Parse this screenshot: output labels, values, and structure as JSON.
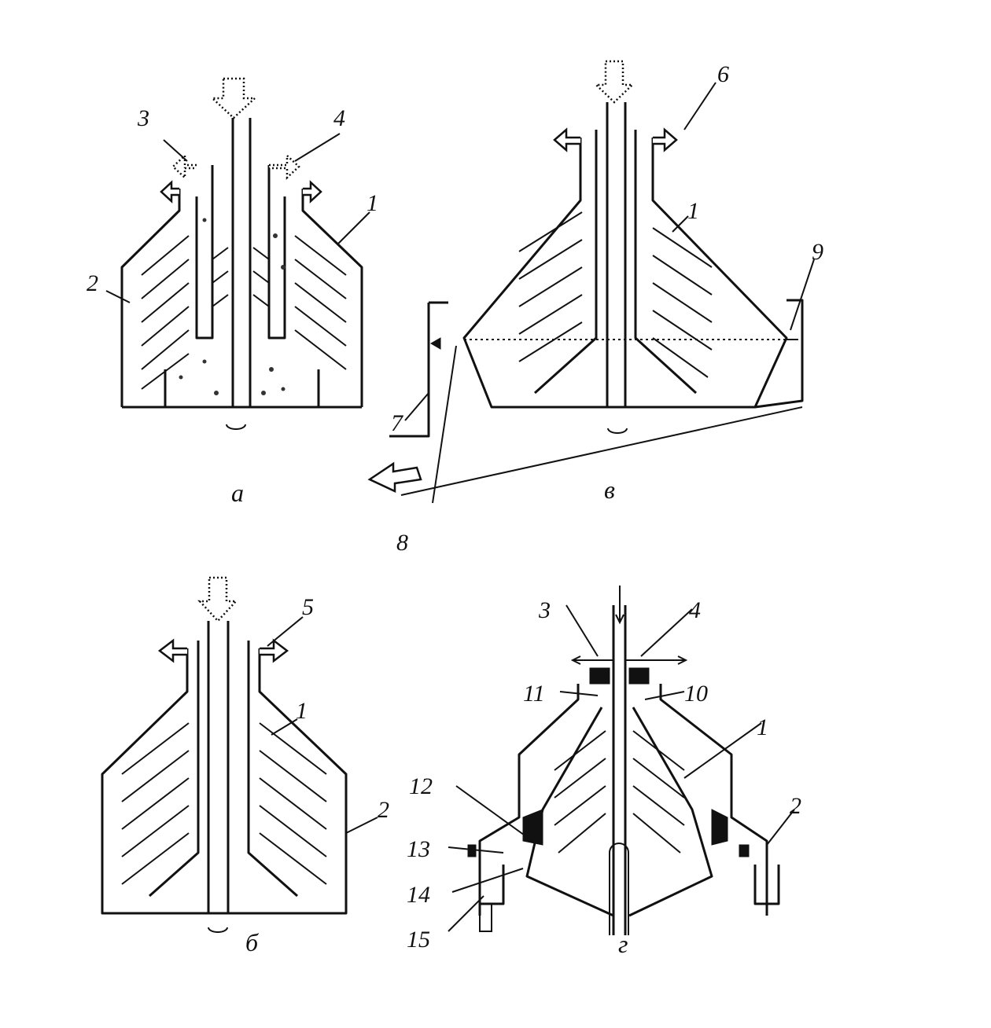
{
  "figures": {
    "a": {
      "caption": "а",
      "labels": {
        "l1": "1",
        "l2": "2",
        "l3": "3",
        "l4": "4"
      }
    },
    "v": {
      "caption": "в",
      "labels": {
        "l1": "1",
        "l6": "6",
        "l7": "7",
        "l8": "8",
        "l9": "9"
      }
    },
    "b": {
      "caption": "б",
      "labels": {
        "l1": "1",
        "l2": "2",
        "l5": "5"
      }
    },
    "g": {
      "caption": "г",
      "labels": {
        "l1": "1",
        "l2": "2",
        "l3": "3",
        "l4": "4",
        "l10": "10",
        "l11": "11",
        "l12": "12",
        "l13": "13",
        "l14": "14",
        "l15": "15"
      }
    }
  }
}
